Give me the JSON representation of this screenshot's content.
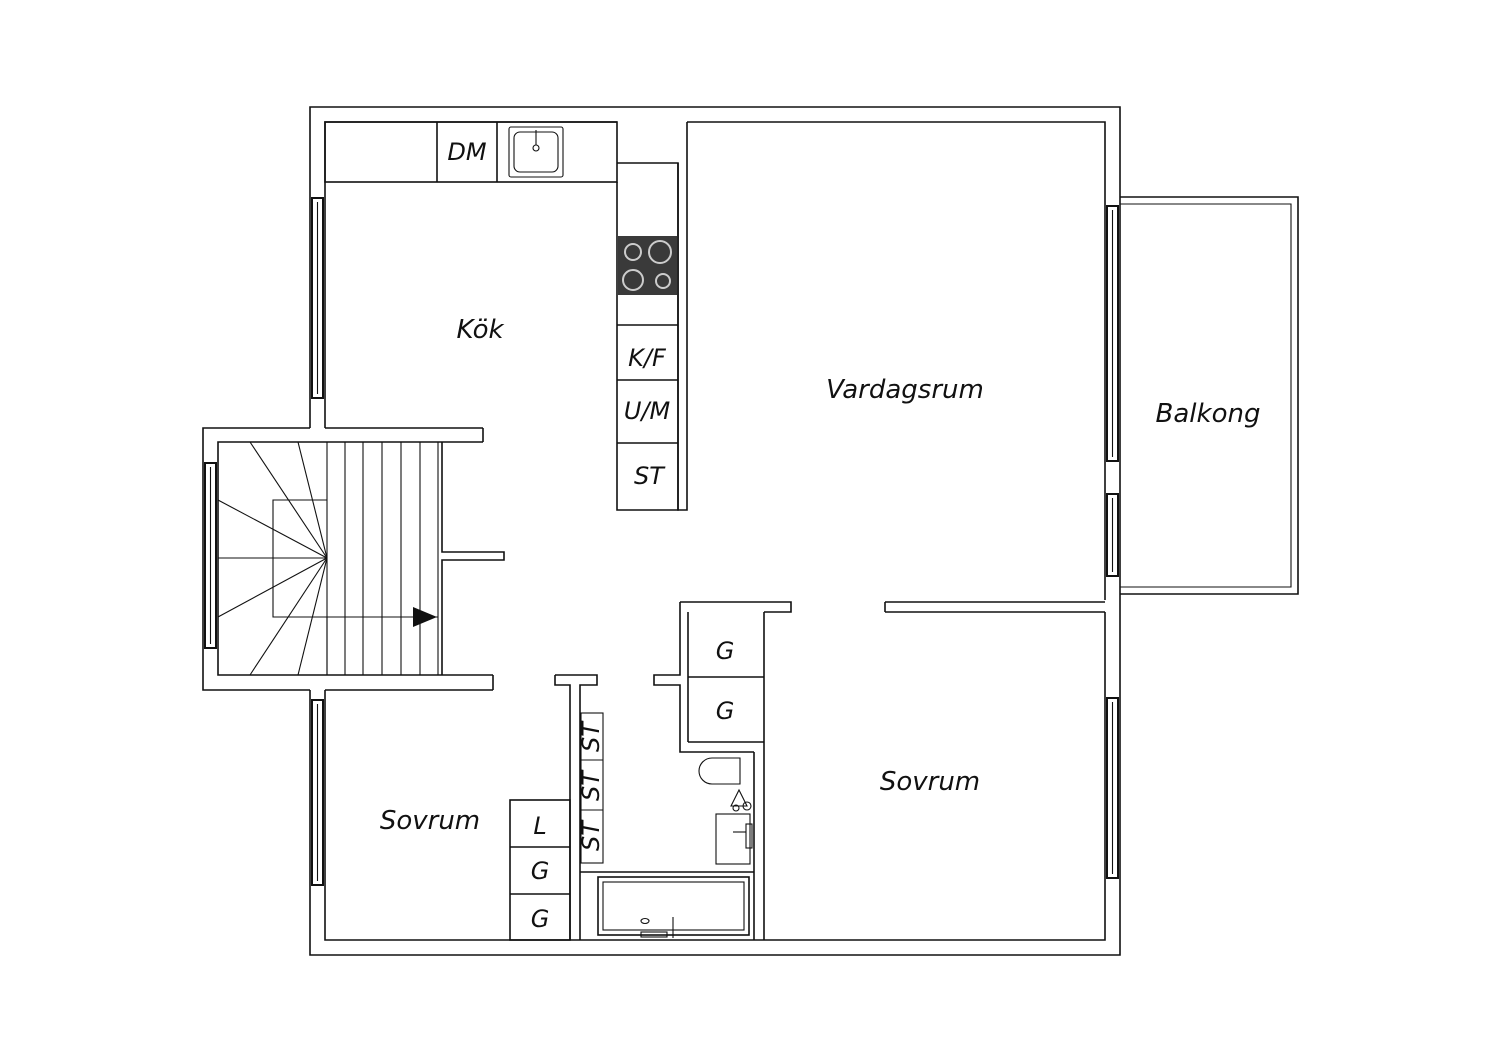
{
  "rooms": {
    "kitchen": "Kök",
    "living": "Vardagsrum",
    "balcony": "Balkong",
    "bedroom_left": "Sovrum",
    "bedroom_right": "Sovrum"
  },
  "fixtures": {
    "dishwasher": "DM",
    "fridge_freezer": "K/F",
    "oven_microwave": "U/M",
    "kitchen_storage": "ST",
    "hall_wardrobe_1": "G",
    "hall_wardrobe_2": "G",
    "hall_storage_1": "ST",
    "hall_storage_2": "ST",
    "hall_storage_3": "ST",
    "bed_linen": "L",
    "bed_wardrobe_1": "G",
    "bed_wardrobe_2": "G"
  },
  "colors": {
    "line": "#111111",
    "background": "#ffffff",
    "stove": "#3a3a3a"
  }
}
